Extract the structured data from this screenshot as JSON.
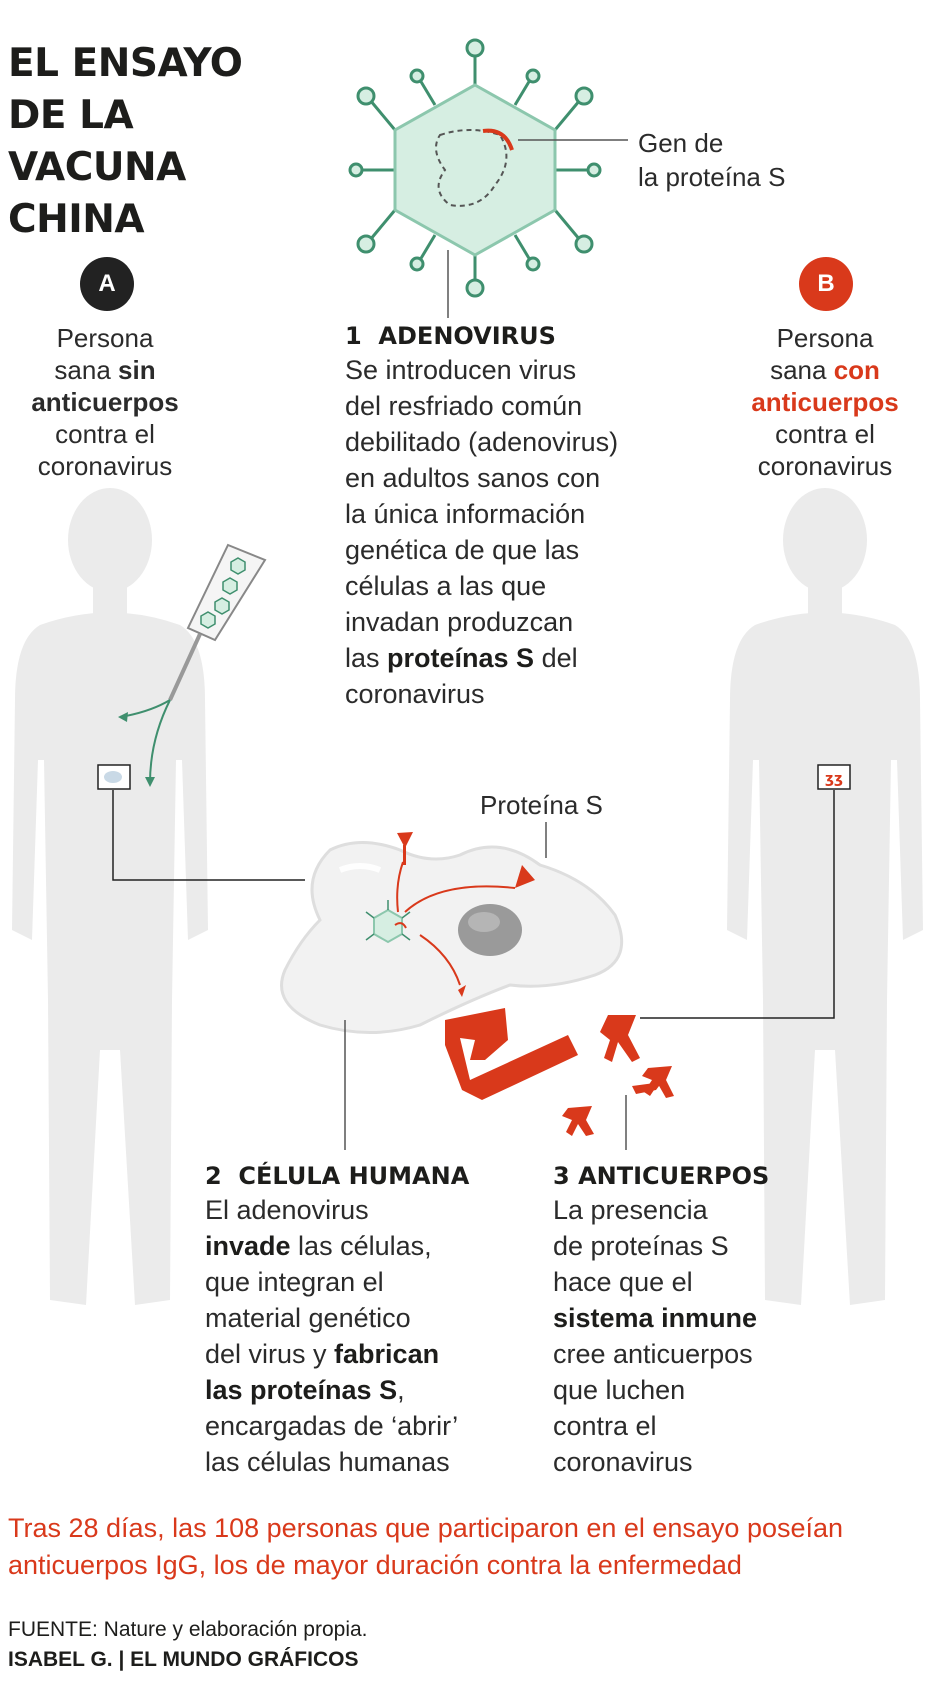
{
  "title": "EL ENSAYO DE LA VACUNA CHINA",
  "person_a": {
    "badge": "A",
    "line1": "Persona",
    "line2_pre": "sana ",
    "line2_bold": "sin",
    "line3_bold": "anticuerpos",
    "line4": "contra el",
    "line5": "coronavirus"
  },
  "person_b": {
    "badge": "B",
    "line1": "Persona",
    "line2_pre": "sana ",
    "line2_bold": "con",
    "line3_bold": "anticuerpos",
    "line4": "contra el",
    "line5": "coronavirus"
  },
  "virus_label": {
    "line1": "Gen de",
    "line2": "la proteína S"
  },
  "protein_label": "Proteína S",
  "step1": {
    "num": "1",
    "title": "ADENOVIRUS",
    "l1": "Se introducen virus",
    "l2": "del resfriado común",
    "l3": "debilitado (adenovirus)",
    "l4": "en adultos sanos con",
    "l5": "la única información",
    "l6": "genética de que las",
    "l7": "células a las que",
    "l8": "invadan produzcan",
    "l9_pre": "las ",
    "l9_bold": "proteínas S",
    "l9_post": " del",
    "l10": "coronavirus"
  },
  "step2": {
    "num": "2",
    "title": "CÉLULA HUMANA",
    "l1": "El adenovirus",
    "l2_bold": "invade",
    "l2_post": " las células,",
    "l3": "que integran el",
    "l4": "material genético",
    "l5_pre": "del virus y ",
    "l5_bold": "fabrican",
    "l6_bold": "las proteínas S",
    "l6_post": ",",
    "l7": "encargadas de ‘abrir’",
    "l8": "las células humanas"
  },
  "step3": {
    "num": "3",
    "title": "ANTICUERPOS",
    "l1": "La presencia",
    "l2": "de proteínas S",
    "l3": "hace que el",
    "l4_bold": "sistema inmune",
    "l5": "cree anticuerpos",
    "l6": "que luchen",
    "l7": "contra el",
    "l8": "coronavirus"
  },
  "conclusion": "Tras 28 días, las 108 personas que participaron en el ensayo poseían anticuerpos IgG, los de mayor duración contra la enfermedad",
  "source": "FUENTE: Nature y elaboración propia.",
  "credit": "ISABEL G. | EL MUNDO GRÁFICOS",
  "colors": {
    "accent_red": "#d9391b",
    "virus_green": "#3f8f6e",
    "virus_fill": "#d6eee2",
    "silhouette": "#ebebeb",
    "badge_dark": "#222222"
  },
  "icons": [
    "virus-icon",
    "syringe-icon",
    "cell-icon",
    "antibody-icon",
    "spike-protein-icon"
  ]
}
